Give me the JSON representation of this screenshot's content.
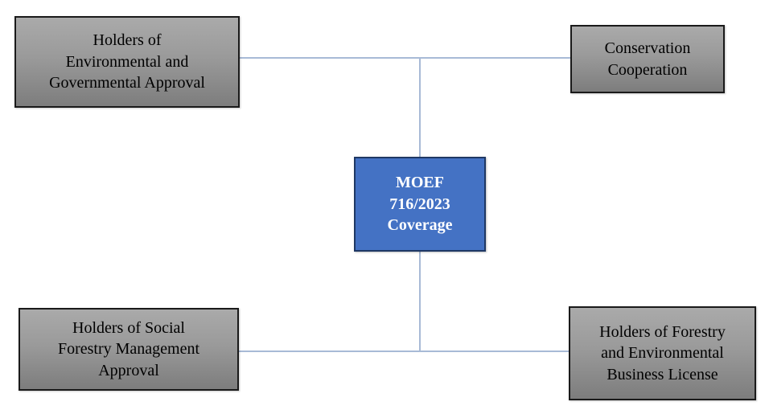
{
  "diagram": {
    "type": "hub-and-spoke",
    "title": "MOEF 716/2023 Coverage",
    "center": {
      "id": "center",
      "label": "MOEF\n716/2023\nCoverage",
      "lines": [
        "MOEF",
        "716/2023",
        "Coverage"
      ],
      "fill_color": "#4472C4",
      "border_color": "#1F3864",
      "text_color": "#FFFFFF"
    },
    "nodes": [
      {
        "id": "top-left",
        "label": "Holders of\nEnvironmental and\nGovernmental Approval",
        "lines": [
          "Holders of",
          "Environmental and",
          "Governmental Approval"
        ],
        "fill_color": "#9A9A9A",
        "border_color": "#1A1A1A",
        "text_color": "#000000"
      },
      {
        "id": "top-right",
        "label": "Conservation\nCooperation",
        "lines": [
          "Conservation",
          "Cooperation"
        ],
        "fill_color": "#9A9A9A",
        "border_color": "#1A1A1A",
        "text_color": "#000000"
      },
      {
        "id": "bottom-left",
        "label": "Holders of Social\nForestry Management\nApproval",
        "lines": [
          "Holders of Social",
          "Forestry Management",
          "Approval"
        ],
        "fill_color": "#9A9A9A",
        "border_color": "#1A1A1A",
        "text_color": "#000000"
      },
      {
        "id": "bottom-right",
        "label": "Holders of Forestry\nand Environmental\nBusiness License",
        "lines": [
          "Holders of Forestry",
          "and Environmental",
          "Business License"
        ],
        "fill_color": "#9A9A9A",
        "border_color": "#1A1A1A",
        "text_color": "#000000"
      }
    ],
    "connector_color": "#A8BAD6",
    "background_color": "#FFFFFF"
  }
}
